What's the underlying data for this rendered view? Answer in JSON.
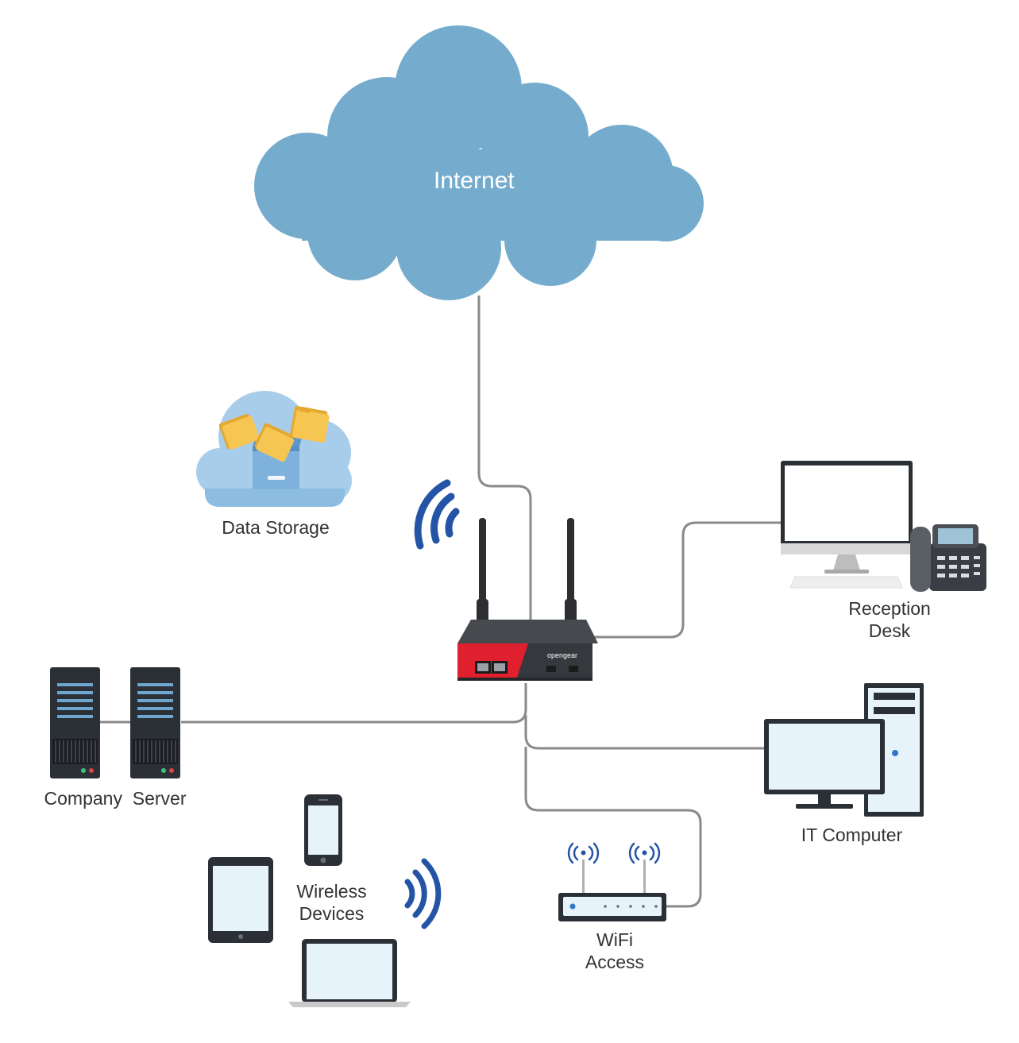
{
  "internet": {
    "label": "Internet"
  },
  "nodes": {
    "data_storage": {
      "label": "Data Storage"
    },
    "reception": {
      "line1": "Reception",
      "line2": "Desk"
    },
    "company_server": {
      "label": "Company  Server"
    },
    "it_computer": {
      "label": "IT Computer"
    },
    "wireless": {
      "line1": "Wireless",
      "line2": "Devices"
    },
    "wifi": {
      "line1": "WiFi",
      "line2": "Access"
    }
  },
  "router": {
    "brand": "opengear"
  },
  "colors": {
    "cloud": "#75accd",
    "link": "#888888",
    "signal": "#2454a6",
    "router_body": "#393c40",
    "router_accent": "#e0202e",
    "screen": "#e6f3fb",
    "device_frame": "#2b2f36"
  }
}
